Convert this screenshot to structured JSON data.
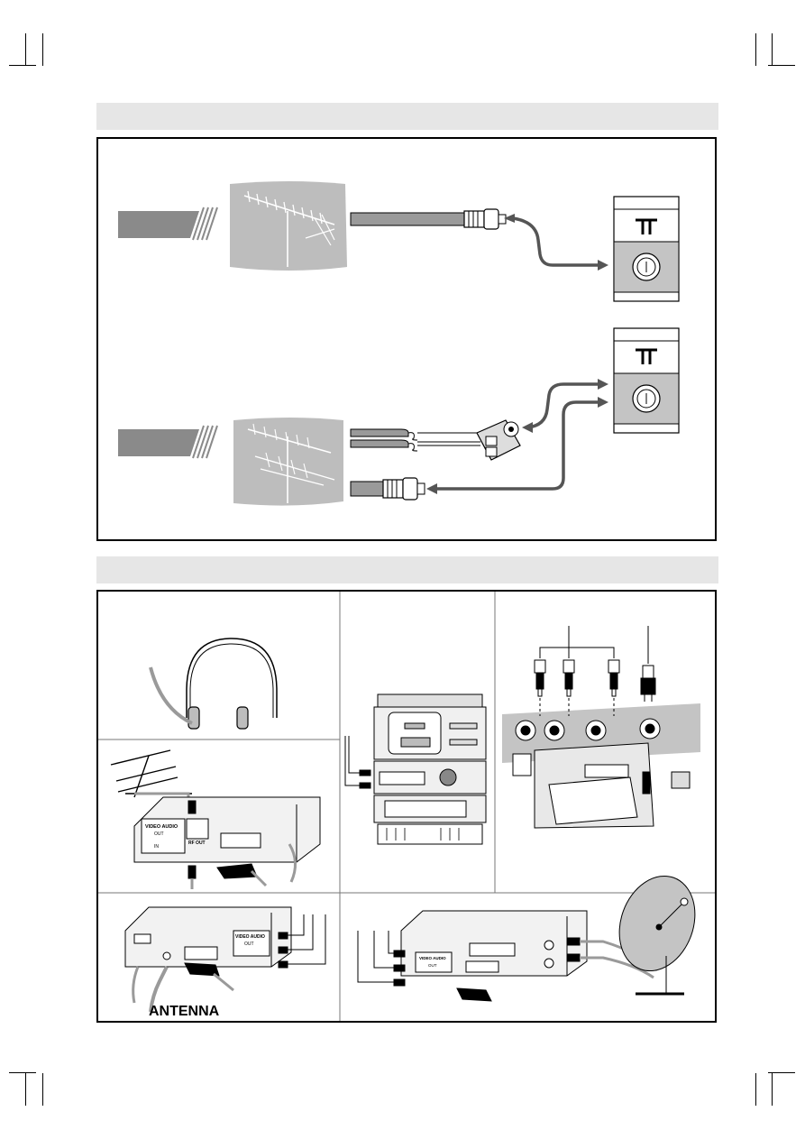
{
  "colors": {
    "header_band": "#e6e6e6",
    "tab_gray": "#8a8a8a",
    "photo_gray": "#bdbdbd",
    "socket_gray": "#c4c4c4",
    "cable_gray": "#9a9a9a",
    "outline": "#000000"
  },
  "section1": {
    "header_text": "",
    "ant_a_icon": "yagi-antenna",
    "ant_b_icon": "yagi-antenna-stacked",
    "wall_socket_symbol": "ant-socket-icon"
  },
  "section2": {
    "antenna_label": "ANTENNA",
    "vcr1": {
      "video_audio_label": "VIDEO  AUDIO",
      "out_label": "OUT",
      "in_label": "IN",
      "rf_out_label": "RF OUT"
    },
    "vcr2": {
      "video_audio_label": "VIDEO  AUDIO",
      "out_label": "OUT"
    },
    "receiver": {
      "video_audio_label": "VIDEO  AUDIO",
      "out_label": "OUT"
    }
  }
}
